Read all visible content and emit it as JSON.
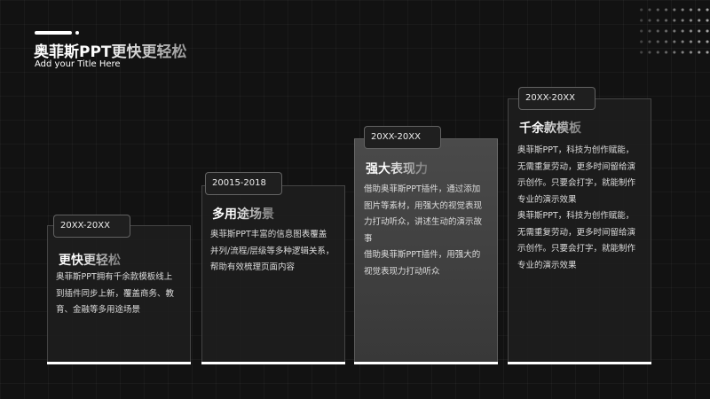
{
  "header": {
    "title": "奥菲斯PPT更快更轻松",
    "subtitle": "Add your Title Here"
  },
  "cards": [
    {
      "date": "20XX-20XX",
      "title": "更快更轻松",
      "lines": [
        "奥菲斯PPT拥有千余款模板线上",
        "到插件同步上新，覆盖商务、教",
        "育、金融等多用途场景"
      ]
    },
    {
      "date": "20015-2018",
      "title": "多用途场景",
      "lines": [
        "奥菲斯PPT丰富的信息图表覆盖",
        "并列/流程/层级等多种逻辑关系，",
        "帮助有效梳理页面内容"
      ]
    },
    {
      "date": "20XX-20XX",
      "title": "强大表现力",
      "lines": [
        "借助奥菲斯PPT插件，通过添加",
        "图片等素材，用强大的视觉表现",
        "力打动听众，讲述生动的演示故",
        "事",
        "借助奥菲斯PPT插件，用强大的",
        "视觉表现力打动听众"
      ]
    },
    {
      "date": "20XX-20XX",
      "title": "千余款模板",
      "lines": [
        "奥菲斯PPT，科技为创作赋能，",
        "无需重复劳动，更多时间留给演",
        "示创作。只要会打字，就能制作",
        "专业的演示效果",
        "奥菲斯PPT，科技为创作赋能，",
        "无需重复劳动，更多时间留给演",
        "示创作。只要会打字，就能制作",
        "专业的演示效果"
      ]
    }
  ]
}
